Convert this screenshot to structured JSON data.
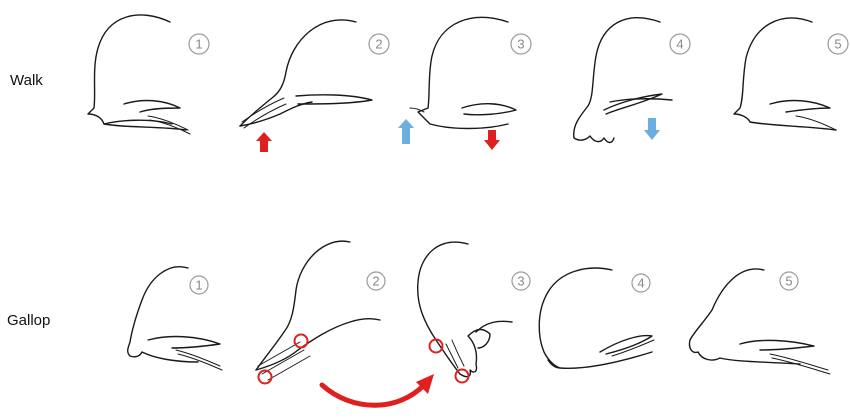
{
  "rows": [
    {
      "label": "Walk",
      "frames": [
        {
          "number": "1"
        },
        {
          "number": "2",
          "arrow": {
            "direction": "up",
            "color": "#e02020"
          }
        },
        {
          "number": "3",
          "arrows": [
            {
              "direction": "up",
              "color": "#6baee0"
            },
            {
              "direction": "down",
              "color": "#e02020"
            }
          ]
        },
        {
          "number": "4",
          "arrow": {
            "direction": "down",
            "color": "#6baee0"
          }
        },
        {
          "number": "5"
        }
      ]
    },
    {
      "label": "Gallop",
      "frames": [
        {
          "number": "1"
        },
        {
          "number": "2",
          "contact_points": 2
        },
        {
          "number": "3",
          "contact_points": 2
        },
        {
          "number": "4"
        },
        {
          "number": "5"
        }
      ],
      "transition_arrow": {
        "from_frame": "2",
        "to_frame": "3",
        "color": "#e02020"
      }
    }
  ],
  "colors": {
    "red": "#e02020",
    "blue": "#6baee0",
    "outline": "#1a1a1a",
    "number_gray": "#9a9a9a"
  }
}
